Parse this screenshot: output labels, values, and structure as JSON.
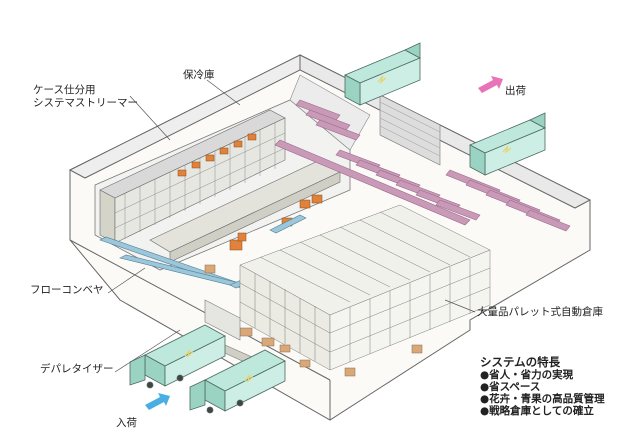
{
  "labels": {
    "case_line": [
      "ケース仕分用",
      "システマストリーマー"
    ],
    "cold_storage": "保冷庫",
    "flow_conveyor": "フローコンベヤ",
    "depalletizer": "デパレタイザー",
    "pallet_warehouse": "大量品パレット式自動倉庫",
    "inbound": "入荷",
    "outbound": "出荷"
  },
  "features": {
    "title": "システムの特長",
    "bullet": "●",
    "items": [
      "省人・省力の実現",
      "省スペース",
      "花卉・青果の高品質管理",
      "戦略倉庫としての確立"
    ]
  },
  "colors": {
    "truck_cab": "#bfe8dc",
    "truck_accent": "#9bd3c3",
    "inbound_arrow": "#4aaee3",
    "outbound_arrow": "#e873b8",
    "conveyor_pink": "#c99ab8",
    "flow_conveyor": "#9cc7da",
    "robot_orange": "#e0823b",
    "rack_outline": "#7d7d7d",
    "floor": "#f6f4ef"
  }
}
